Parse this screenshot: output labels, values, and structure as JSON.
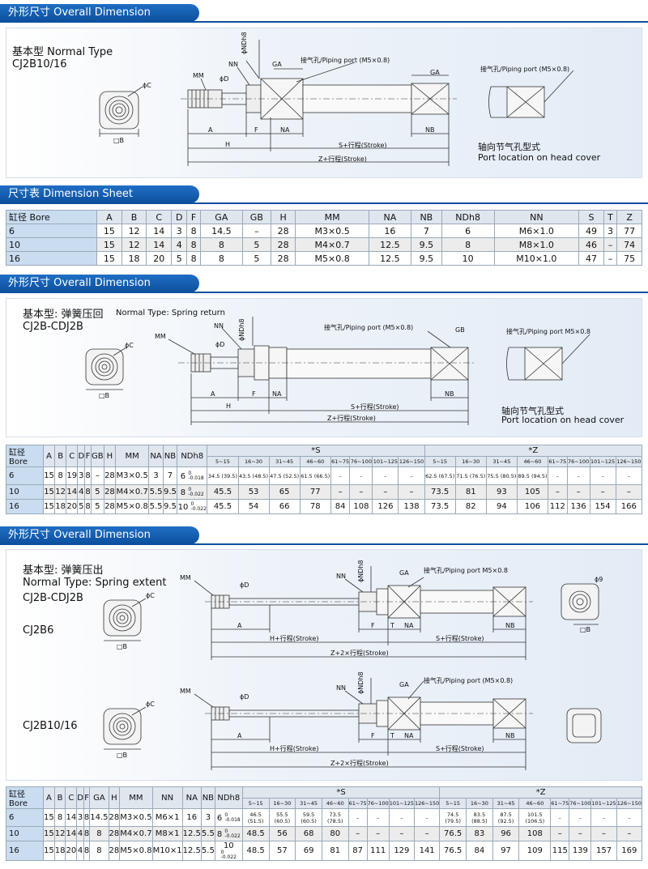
{
  "sections": {
    "s1_title": "外形尺寸 Overall Dimension",
    "s2_title": "尺寸表 Dimension Sheet",
    "s3_title": "外形尺寸 Overall Dimension",
    "s4_title": "外形尺寸 Overall Dimension"
  },
  "d1": {
    "type_cn": "基本型 Normal Type",
    "model": "CJ2B10/16",
    "port": "接气孔/Piping port (M5×0.8)",
    "port2": "接气孔/Piping port (M5×0.8)",
    "head_cn": "轴向节气孔型式",
    "head_en": "Port location on head cover",
    "lbl_C": "ϕC",
    "lbl_B": "□B",
    "lbl_MM": "MM",
    "lbl_NN": "NN",
    "lbl_NDh8": "ϕNDh8",
    "lbl_D": "ϕD",
    "lbl_GA": "GA",
    "lbl_GA2": "GA",
    "lbl_A": "A",
    "lbl_F": "F",
    "lbl_NA": "NA",
    "lbl_NB": "NB",
    "lbl_H": "H",
    "lbl_S": "S+行程(Stroke)",
    "lbl_Z": "Z+行程(Stroke)"
  },
  "t1": {
    "headers": [
      "缸径 Bore",
      "A",
      "B",
      "C",
      "D",
      "F",
      "GA",
      "GB",
      "H",
      "MM",
      "NA",
      "NB",
      "NDh8",
      "NN",
      "S",
      "T",
      "Z"
    ],
    "rows": [
      [
        "6",
        "15",
        "12",
        "14",
        "3",
        "8",
        "14.5",
        "–",
        "28",
        "M3×0.5",
        "16",
        "7",
        "6",
        "M6×1.0",
        "49",
        "3",
        "77"
      ],
      [
        "10",
        "15",
        "12",
        "14",
        "4",
        "8",
        "8",
        "5",
        "28",
        "M4×0.7",
        "12.5",
        "9.5",
        "8",
        "M8×1.0",
        "46",
        "–",
        "74"
      ],
      [
        "16",
        "15",
        "18",
        "20",
        "5",
        "8",
        "8",
        "5",
        "28",
        "M5×0.8",
        "12.5",
        "9.5",
        "10",
        "M10×1.0",
        "47",
        "–",
        "75"
      ]
    ]
  },
  "d2": {
    "type_cn": "基本型: 弹簧压回",
    "type_en": "Normal Type: Spring return",
    "model": "CJ2B-CDJ2B",
    "port": "接气孔/Piping port (M5×0.8)",
    "port2": "接气孔/Piping port M5×0.8",
    "head_cn": "轴向节气孔型式",
    "head_en": "Port location on head cover",
    "lbl_C": "ϕC",
    "lbl_B": "□B",
    "lbl_MM": "MM",
    "lbl_NN": "NN",
    "lbl_NDh8": "ϕNDh8",
    "lbl_D": "ϕD",
    "lbl_GB": "GB",
    "lbl_A": "A",
    "lbl_F": "F",
    "lbl_NA": "NA",
    "lbl_NB": "NB",
    "lbl_H": "H",
    "lbl_S": "S+行程(Stroke)",
    "lbl_Z": "Z+行程(Stroke)"
  },
  "t2": {
    "bore_label": "缸径 Bore",
    "headers": [
      "A",
      "B",
      "C",
      "D",
      "F",
      "GB",
      "H",
      "MM",
      "NA",
      "NB",
      "NDh8"
    ],
    "s_label": "*S",
    "z_label": "*Z",
    "ranges": [
      "5~15",
      "16~30",
      "31~45",
      "46~60",
      "61~75",
      "76~100",
      "101~125",
      "126~150"
    ],
    "rows": [
      {
        "bore": "6",
        "vals": [
          "15",
          "8",
          "19",
          "3",
          "8",
          "–",
          "28",
          "M3×0.5",
          "3",
          "7"
        ],
        "nd": "6",
        "tol": "0",
        "tol2": "-0.018",
        "s": [
          "34.5 (39.5)",
          "43.5 (48.5)",
          "47.5 (52.5)",
          "61.5 (66.5)",
          "–",
          "–",
          "–",
          "–"
        ],
        "z": [
          "62.5 (67.5)",
          "71.5 (76.5)",
          "75.5 (80.5)",
          "89.5 (94.5)",
          "–",
          "–",
          "–",
          "–"
        ]
      },
      {
        "bore": "10",
        "vals": [
          "15",
          "12",
          "14",
          "4",
          "8",
          "5",
          "28",
          "M4×0.7",
          "5.5",
          "9.5"
        ],
        "nd": "8",
        "tol": "0",
        "tol2": "-0.022",
        "s": [
          "45.5",
          "53",
          "65",
          "77",
          "–",
          "–",
          "–",
          "–"
        ],
        "z": [
          "73.5",
          "81",
          "93",
          "105",
          "–",
          "–",
          "–",
          "–"
        ]
      },
      {
        "bore": "16",
        "vals": [
          "15",
          "18",
          "20",
          "5",
          "8",
          "5",
          "28",
          "M5×0.8",
          "5.5",
          "9.5"
        ],
        "nd": "10",
        "tol": "0",
        "tol2": "-0.022",
        "s": [
          "45.5",
          "54",
          "66",
          "78",
          "84",
          "108",
          "126",
          "138"
        ],
        "z": [
          "73.5",
          "82",
          "94",
          "106",
          "112",
          "136",
          "154",
          "166"
        ]
      }
    ]
  },
  "d3": {
    "type_cn": "基本型:  弹簧压出",
    "type_en": "Normal Type:  Spring extent",
    "model": "CJ2B-CDJ2B",
    "sub1": "CJ2B6",
    "sub2": "CJ2B10/16",
    "port": "接气孔/Piping port M5×0.8",
    "port2": "接气孔/Piping port (M5×0.8)",
    "lbl_C": "ϕC",
    "lbl_C2": "ϕC",
    "lbl_B": "□B",
    "lbl_B2": "□B",
    "lbl_B3": "□B",
    "lbl_9": "ϕ9",
    "lbl_MM": "MM",
    "lbl_MM2": "MM",
    "lbl_NN": "NN",
    "lbl_NN2": "NN",
    "lbl_ND": "ϕNDh8",
    "lbl_ND2": "ϕNDh8",
    "lbl_D": "ϕD",
    "lbl_D2": "ϕD",
    "lbl_GA": "GA",
    "lbl_GA2": "GA",
    "lbl_A": "A",
    "lbl_A2": "A",
    "lbl_F": "F",
    "lbl_F2": "F",
    "lbl_T": "T",
    "lbl_T2": "T",
    "lbl_NA": "NA",
    "lbl_NA2": "NA",
    "lbl_NB": "NB",
    "lbl_NB2": "NB",
    "lbl_H": "H+行程(Stroke)",
    "lbl_H2": "H+行程(Stroke)",
    "lbl_S": "S+行程(Stroke)",
    "lbl_S2": "S+行程(Stroke)",
    "lbl_Z": "Z+2×行程(Stroke)",
    "lbl_Z2": "Z+2×行程(Stroke)"
  },
  "t3": {
    "bore_label": "缸径 Bore",
    "headers": [
      "A",
      "B",
      "C",
      "D",
      "F",
      "GA",
      "H",
      "MM",
      "NN",
      "NA",
      "NB",
      "NDh8"
    ],
    "s_label": "*S",
    "z_label": "*Z",
    "ranges": [
      "5~15",
      "16~30",
      "31~45",
      "46~60",
      "61~75",
      "76~100",
      "101~125",
      "126~150"
    ],
    "rows": [
      {
        "bore": "6",
        "vals": [
          "15",
          "8",
          "14",
          "3",
          "8",
          "14.5",
          "28",
          "M3×0.5",
          "M6×1",
          "16",
          "3"
        ],
        "nd": "6",
        "tol": "0",
        "tol2": "-0.018",
        "s": [
          "46.5 (51.5)",
          "55.5 (60.5)",
          "59.5 (60.5)",
          "73.5 (78.5)",
          "–",
          "–",
          "–",
          "–"
        ],
        "z": [
          "74.5 (79.5)",
          "83.5 (88.5)",
          "87.5 (92.5)",
          "101.5 (106.5)",
          "–",
          "–",
          "–",
          "–"
        ]
      },
      {
        "bore": "10",
        "vals": [
          "15",
          "12",
          "14",
          "4",
          "8",
          "8",
          "28",
          "M4×0.7",
          "M8×1",
          "12.5",
          "5.5"
        ],
        "nd": "8",
        "tol": "0",
        "tol2": "-0.022",
        "s": [
          "48.5",
          "56",
          "68",
          "80",
          "–",
          "–",
          "–",
          "–"
        ],
        "z": [
          "76.5",
          "83",
          "96",
          "108",
          "–",
          "–",
          "–",
          "–"
        ]
      },
      {
        "bore": "16",
        "vals": [
          "15",
          "18",
          "20",
          "4",
          "8",
          "8",
          "28",
          "M5×0.8",
          "M10×1",
          "12.5",
          "5.5"
        ],
        "nd": "10",
        "tol": "0",
        "tol2": "-0.022",
        "s": [
          "48.5",
          "57",
          "69",
          "81",
          "87",
          "111",
          "129",
          "141"
        ],
        "z": [
          "76.5",
          "84",
          "97",
          "109",
          "115",
          "139",
          "157",
          "169"
        ]
      }
    ]
  }
}
